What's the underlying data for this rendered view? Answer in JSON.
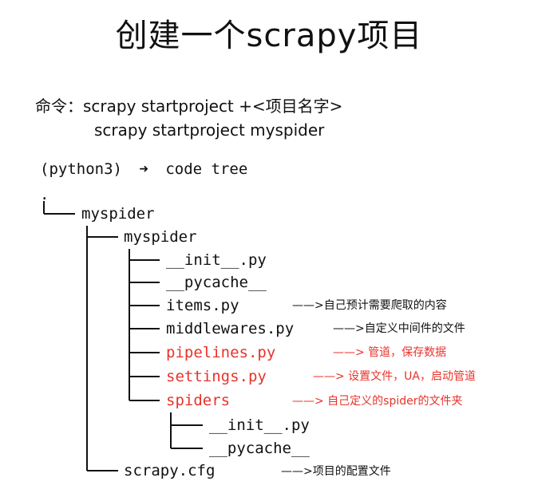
{
  "title": "创建一个scrapy项目",
  "command": {
    "line1": "命令：scrapy startproject +<项目名字>",
    "line2": "scrapy startproject myspider"
  },
  "prompt": {
    "env": "(python3)",
    "arrow": "➜",
    "text": "code tree"
  },
  "tree": {
    "root": ".",
    "project": "myspider",
    "package": "myspider",
    "files": {
      "init": "__init__.py",
      "pycache": "__pycache__",
      "items": "items.py",
      "middlewares": "middlewares.py",
      "pipelines": "pipelines.py",
      "settings": "settings.py",
      "spiders": "spiders",
      "spiders_init": "__init__.py",
      "spiders_pycache": "__pycache__",
      "cfg": "scrapy.cfg"
    },
    "notes": {
      "items": "——>自己预计需要爬取的内容",
      "middlewares": "——>自定义中间件的文件",
      "pipelines": "——> 管道，保存数据",
      "settings": "——> 设置文件，UA，启动管道",
      "spiders": "——> 自己定义的spider的文件夹",
      "cfg": "——>项目的配置文件"
    }
  },
  "colors": {
    "highlight": "#e8332a",
    "text": "#111111"
  }
}
